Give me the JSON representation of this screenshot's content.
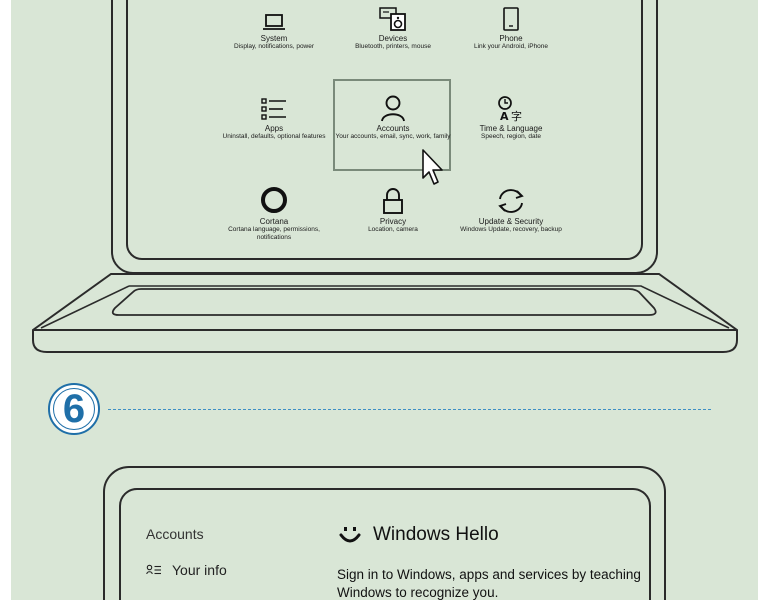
{
  "settings_tiles": [
    {
      "icon": "laptop-icon",
      "title": "System",
      "subtitle": "Display, notifications, power"
    },
    {
      "icon": "keyboard-speaker-icon",
      "title": "Devices",
      "subtitle": "Bluetooth, printers, mouse"
    },
    {
      "icon": "phone-icon",
      "title": "Phone",
      "subtitle": "Link your Android, iPhone"
    },
    {
      "icon": "apps-list-icon",
      "title": "Apps",
      "subtitle": "Uninstall, defaults, optional features"
    },
    {
      "icon": "person-icon",
      "title": "Accounts",
      "subtitle": "Your accounts, email, sync, work, family"
    },
    {
      "icon": "language-icon",
      "title": "Time & Language",
      "subtitle": "Speech, region, date"
    },
    {
      "icon": "cortana-ring-icon",
      "title": "Cortana",
      "subtitle": "Cortana language, permissions, notifications"
    },
    {
      "icon": "lock-icon",
      "title": "Privacy",
      "subtitle": "Location, camera"
    },
    {
      "icon": "sync-arrows-icon",
      "title": "Update & Security",
      "subtitle": "Windows Update, recovery, backup"
    }
  ],
  "step": {
    "number": "6"
  },
  "accounts_panel": {
    "sidebar_title": "Accounts",
    "your_info_label": "Your info",
    "hello_title": "Windows Hello",
    "hello_description": "Sign in to Windows, apps and services by teaching Windows to recognize you."
  },
  "colors": {
    "background": "#d9e6d6",
    "step_blue": "#1f6fa8",
    "outline": "#2b2b2b"
  }
}
